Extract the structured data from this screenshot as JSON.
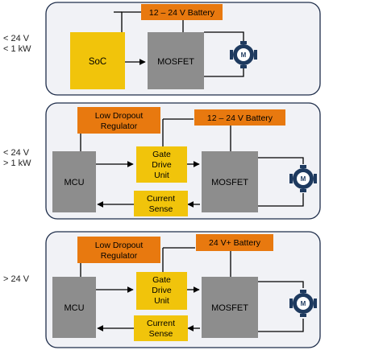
{
  "panels": [
    {
      "side_label": [
        "< 24 V",
        "< 1 kW"
      ],
      "battery": "12 – 24 V Battery",
      "controller": [
        "SoC"
      ],
      "switch": [
        "MOSFET"
      ]
    },
    {
      "side_label": [
        "< 24 V",
        "> 1 kW"
      ],
      "regulator": [
        "Low Dropout",
        "Regulator"
      ],
      "battery": "12 – 24 V Battery",
      "controller": [
        "MCU"
      ],
      "gate_driver": [
        "Gate",
        "Drive",
        "Unit"
      ],
      "current_sense": [
        "Current",
        "Sense"
      ],
      "switch": [
        "MOSFET"
      ]
    },
    {
      "side_label": [
        "> 24 V"
      ],
      "regulator": [
        "Low Dropout",
        "Regulator"
      ],
      "battery": "24 V+ Battery",
      "controller": [
        "MCU"
      ],
      "gate_driver": [
        "Gate",
        "Drive",
        "Unit"
      ],
      "current_sense": [
        "Current",
        "Sense"
      ],
      "switch": [
        "MOSFET"
      ]
    }
  ],
  "motor_symbol": "M",
  "colors": {
    "panel_bg": "#f1f2f6",
    "panel_border": "#1e2d4a",
    "battery": "#e8790f",
    "regulator": "#e8790f",
    "controller": "#f1c40b",
    "gate_driver": "#f1c40b",
    "current_sense": "#f1c40b",
    "mosfet": "#8d8d8d",
    "mcu": "#8d8d8d",
    "motor_body": "#1e3a5f",
    "wire": "#000000"
  }
}
